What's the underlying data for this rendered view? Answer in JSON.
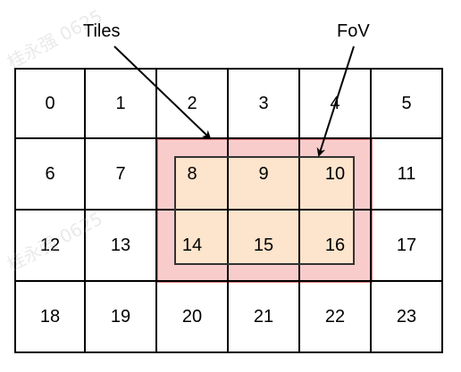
{
  "labels": {
    "tiles": "Tiles",
    "fov": "FoV"
  },
  "tiles": [
    "0",
    "1",
    "2",
    "3",
    "4",
    "5",
    "6",
    "7",
    "8",
    "9",
    "10",
    "11",
    "12",
    "13",
    "14",
    "15",
    "16",
    "17",
    "18",
    "19",
    "20",
    "21",
    "22",
    "23"
  ],
  "watermark": "桂永强 0625",
  "colors": {
    "tiles_region_fill": "#f9cccc",
    "tiles_region_stroke": "#e67a7a",
    "fov_fill": "#fde4cc",
    "fov_stroke": "#333333",
    "grid_stroke": "#000000"
  }
}
